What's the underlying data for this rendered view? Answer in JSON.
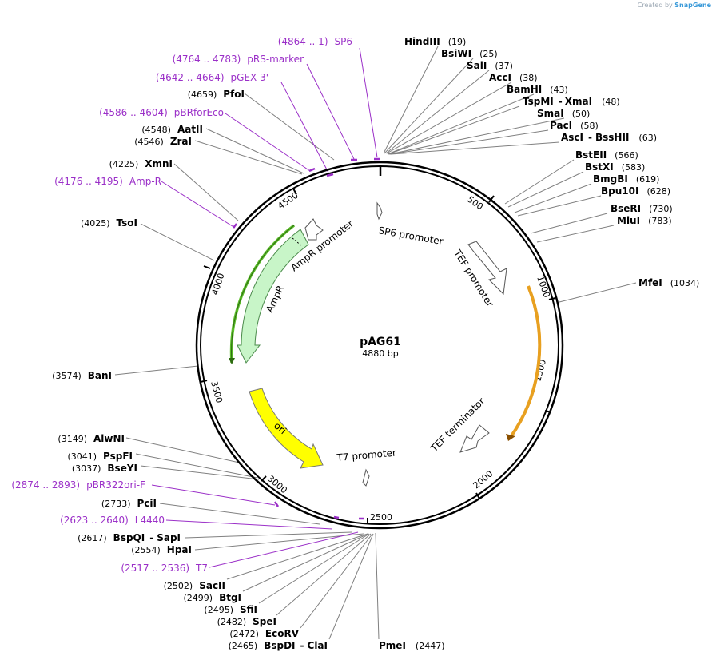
{
  "branding": {
    "created_by": "Created by",
    "product": "SnapGene"
  },
  "plasmid": {
    "name": "pAG61",
    "length_label": "4880 bp",
    "length_bp": 4880
  },
  "colors": {
    "primer": "#9b30c8",
    "backbone": "#000000",
    "label_line": "#808080",
    "ampr_fill": "#c8f5c8",
    "ampr_outline": "#2e7d2e",
    "ori_fill": "#ffff00",
    "orange_arrow": "#e8a020",
    "green_arrow": "#5cbf2a"
  },
  "ticks": [
    "500",
    "1000",
    "1500",
    "2000",
    "2500",
    "3000",
    "3500",
    "4000",
    "4500"
  ],
  "features": {
    "sp6_promoter": "SP6 promoter",
    "tef_promoter": "TEF promoter",
    "tef_terminator": "TEF terminator",
    "t7_promoter": "T7 promoter",
    "ampr_promoter": "AmpR promoter",
    "ampr": "AmpR",
    "ori": "ori"
  },
  "labels": [
    {
      "id": "hindiii",
      "name": "HindIII",
      "pos": "(19)"
    },
    {
      "id": "bsiwi",
      "name": "BsiWI",
      "pos": "(25)"
    },
    {
      "id": "sali",
      "name": "SalI",
      "pos": "(37)"
    },
    {
      "id": "acci",
      "name": "AccI",
      "pos": "(38)"
    },
    {
      "id": "bamhi",
      "name": "BamHI",
      "pos": "(43)"
    },
    {
      "id": "tspmi",
      "name": "TspMI",
      "name2": "XmaI",
      "pos": "(48)"
    },
    {
      "id": "smai",
      "name": "SmaI",
      "pos": "(50)"
    },
    {
      "id": "paci",
      "name": "PacI",
      "pos": "(58)"
    },
    {
      "id": "asci",
      "name": "AscI",
      "name2": "BssHII",
      "pos": "(63)"
    },
    {
      "id": "bsteii",
      "name": "BstEII",
      "pos": "(566)"
    },
    {
      "id": "bstxi",
      "name": "BstXI",
      "pos": "(583)"
    },
    {
      "id": "bmgbi",
      "name": "BmgBI",
      "pos": "(619)"
    },
    {
      "id": "bpu10i",
      "name": "Bpu10I",
      "pos": "(628)"
    },
    {
      "id": "bseri",
      "name": "BseRI",
      "pos": "(730)"
    },
    {
      "id": "mlui",
      "name": "MluI",
      "pos": "(783)"
    },
    {
      "id": "mfei",
      "name": "MfeI",
      "pos": "(1034)"
    },
    {
      "id": "pmei",
      "name": "PmeI",
      "pos": "(2447)"
    },
    {
      "id": "bspdi",
      "name": "BspDI",
      "name2": "ClaI",
      "pos": "(2465)"
    },
    {
      "id": "ecorv",
      "name": "EcoRV",
      "pos": "(2472)"
    },
    {
      "id": "spei",
      "name": "SpeI",
      "pos": "(2482)"
    },
    {
      "id": "sfii",
      "name": "SfiI",
      "pos": "(2495)"
    },
    {
      "id": "btgi",
      "name": "BtgI",
      "pos": "(2499)"
    },
    {
      "id": "sacii",
      "name": "SacII",
      "pos": "(2502)"
    },
    {
      "id": "t7",
      "primer": "T7",
      "pos": "(2517 .. 2536)"
    },
    {
      "id": "hpai",
      "name": "HpaI",
      "pos": "(2554)"
    },
    {
      "id": "bspqi",
      "name": "BspQI",
      "name2": "SapI",
      "pos": "(2617)"
    },
    {
      "id": "l4440",
      "primer": "L4440",
      "pos": "(2623 .. 2640)"
    },
    {
      "id": "pcii",
      "name": "PciI",
      "pos": "(2733)"
    },
    {
      "id": "pbr322ori",
      "primer": "pBR322ori-F",
      "pos": "(2874 .. 2893)"
    },
    {
      "id": "bseyi",
      "name": "BseYI",
      "pos": "(3037)"
    },
    {
      "id": "pspfi",
      "name": "PspFI",
      "pos": "(3041)"
    },
    {
      "id": "alwni",
      "name": "AlwNI",
      "pos": "(3149)"
    },
    {
      "id": "bani",
      "name": "BanI",
      "pos": "(3574)"
    },
    {
      "id": "tsoi",
      "name": "TsoI",
      "pos": "(4025)"
    },
    {
      "id": "ampr_primer",
      "primer": "Amp-R",
      "pos": "(4176 .. 4195)"
    },
    {
      "id": "xmni",
      "name": "XmnI",
      "pos": "(4225)"
    },
    {
      "id": "zrai",
      "name": "ZraI",
      "pos": "(4546)"
    },
    {
      "id": "aatii",
      "name": "AatII",
      "pos": "(4548)"
    },
    {
      "id": "pbrforeco",
      "primer": "pBRforEco",
      "pos": "(4586 .. 4604)"
    },
    {
      "id": "pfoi",
      "name": "PfoI",
      "pos": "(4659)"
    },
    {
      "id": "pgex3",
      "primer": "pGEX 3'",
      "pos": "(4642 .. 4664)"
    },
    {
      "id": "prsmarker",
      "primer": "pRS-marker",
      "pos": "(4764 .. 4783)"
    },
    {
      "id": "sp6",
      "primer": "SP6",
      "pos": "(4864 .. 1)"
    }
  ]
}
